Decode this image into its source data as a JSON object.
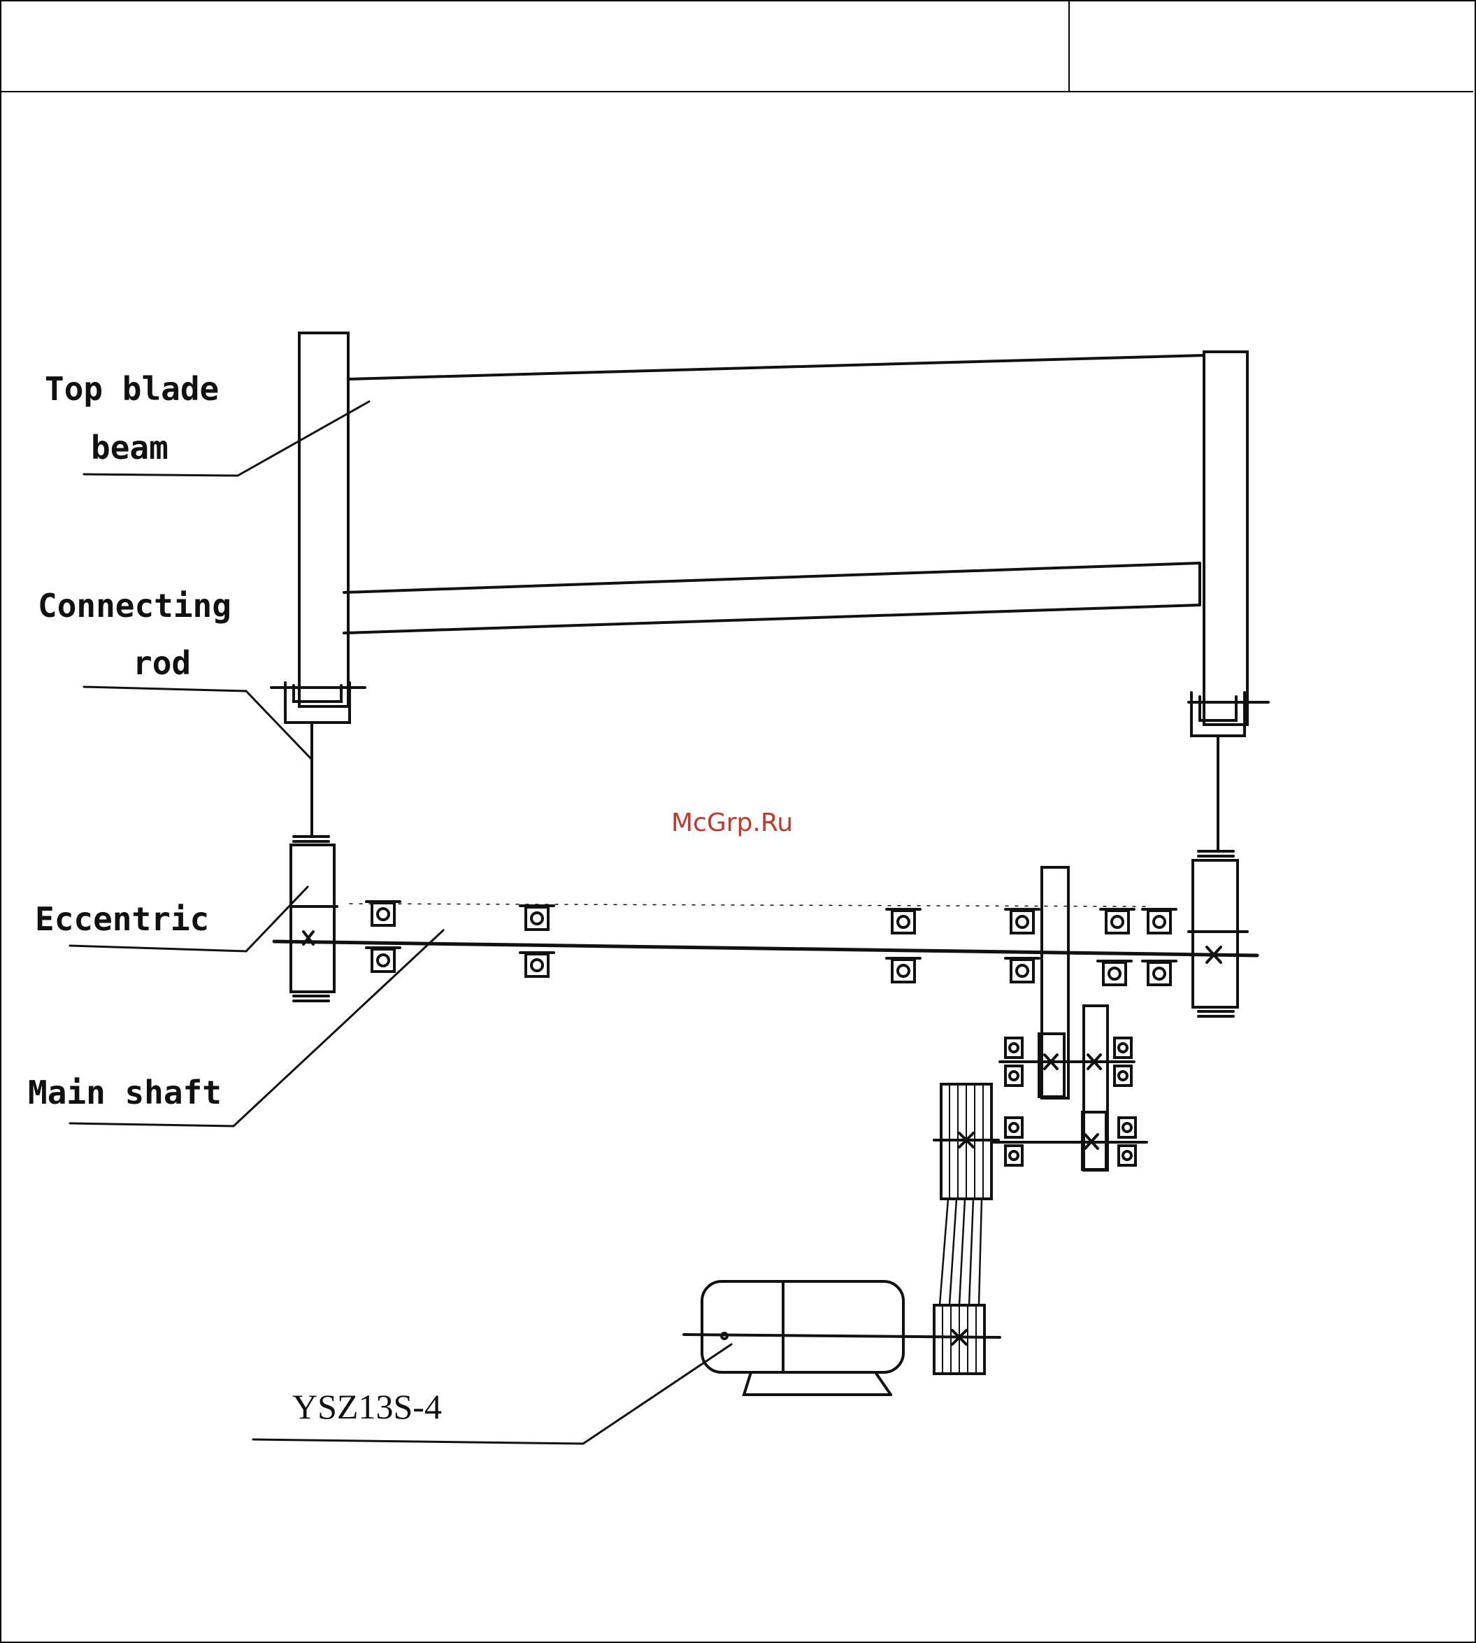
{
  "header": {
    "left_cell": "",
    "right_cell": ""
  },
  "labels": {
    "top_blade_line1": "Top blade",
    "top_blade_line2": "beam",
    "connecting_line1": "Connecting",
    "connecting_line2": "rod",
    "eccentric": "Eccentric",
    "main_shaft": "Main shaft",
    "motor_model": "YSZ13S-4"
  },
  "watermark": "McGrp.Ru",
  "colors": {
    "ink": "#111111",
    "watermark": "#c0392b"
  }
}
